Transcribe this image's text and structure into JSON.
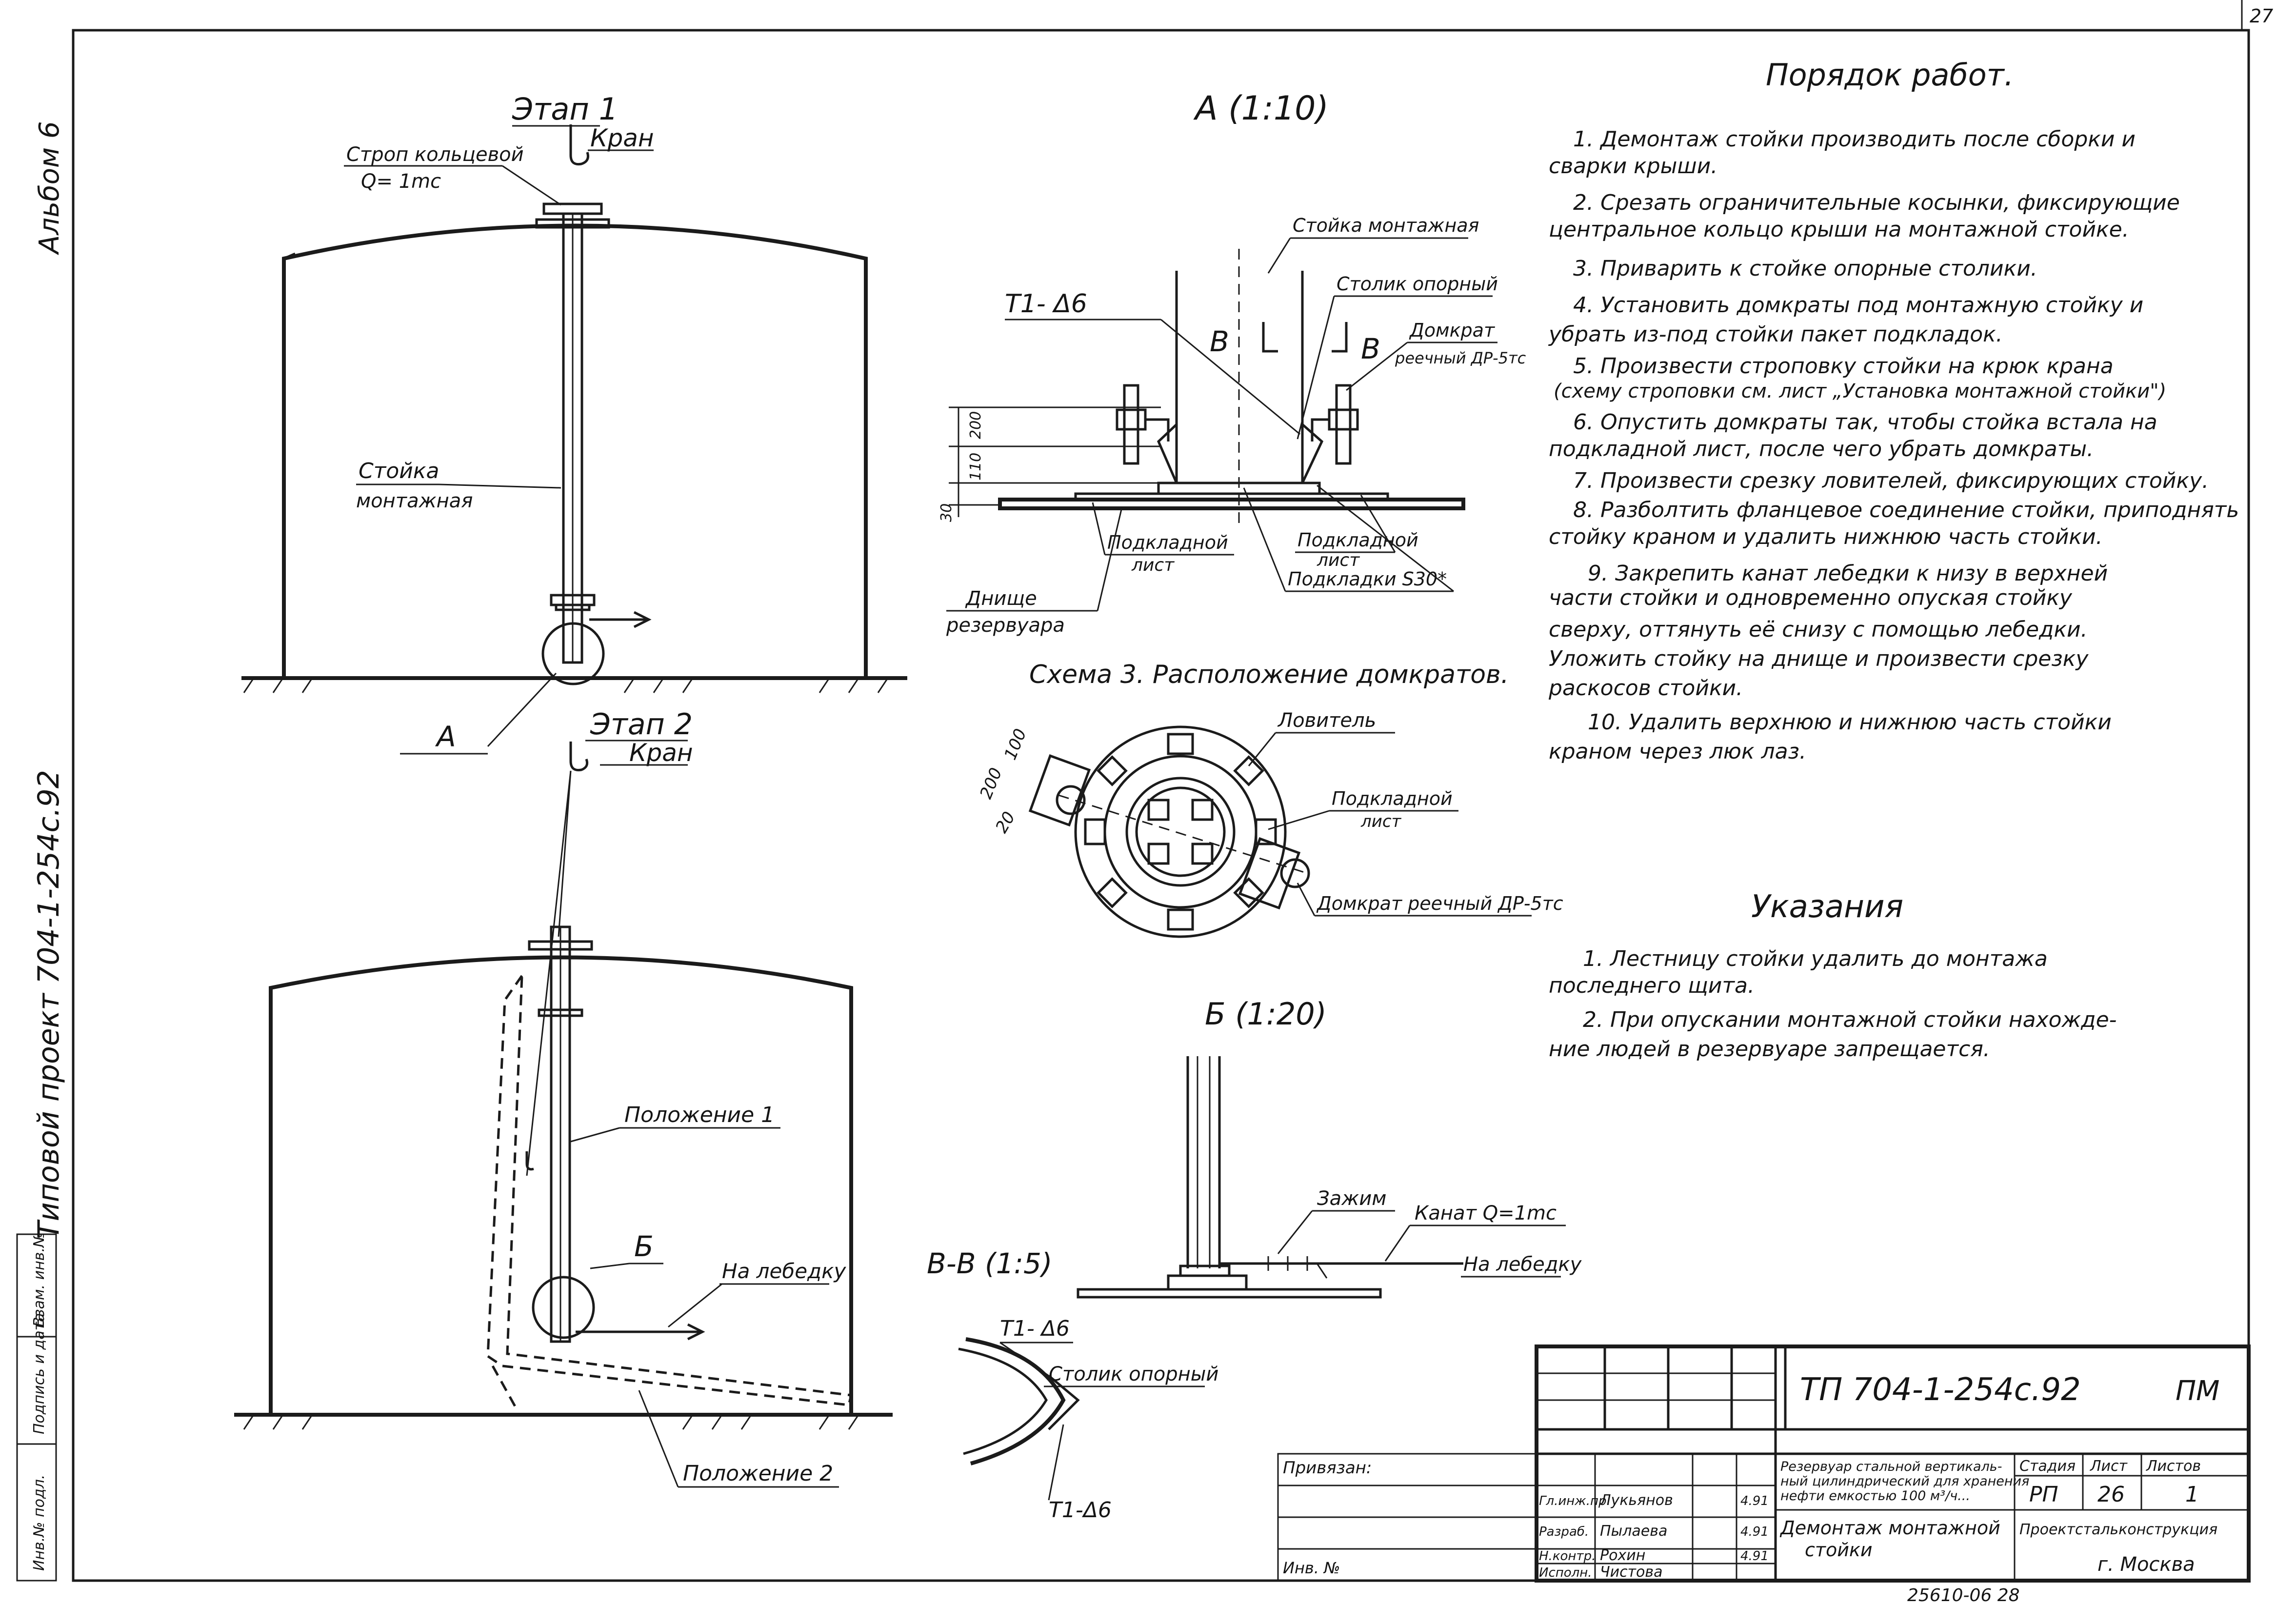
{
  "page_number": "27",
  "side": {
    "album": "Альбом 6",
    "project": "Типовой проект 704-1-254с.92",
    "stamp_cells": [
      "Инв.№ подл.",
      "Подпись и дата",
      "Взам. инв.№"
    ]
  },
  "stage1": {
    "title": "Этап 1",
    "crane": "Кран",
    "sling": "Строп кольцевой",
    "sling_load": "Q= 1mc",
    "post": "Стойка",
    "post_sub": "монтажная",
    "callout_a": "A"
  },
  "stage2": {
    "title": "Этап 2",
    "crane": "Кран",
    "position1": "Положение 1",
    "callout_b": "Б",
    "to_winch": "На лебедку",
    "position2": "Положение 2"
  },
  "detail_a": {
    "title": "A (1:10)",
    "post": "Стойка монтажная",
    "support": "Столик опорный",
    "weld": "T1- Δ6",
    "jack": "Домкрат",
    "jack_sub": "реечный ДР-5тс",
    "section_mark": "B",
    "dim_200": "200",
    "dim_110": "110",
    "dim_30": "30",
    "pad_sheet": "Подкладной",
    "pad_sheet_sub": "лист",
    "pads": "Подкладки S30*",
    "pad_sheet2": "Подкладной",
    "pad_sheet2_sub": "лист",
    "bottom": "Днище",
    "bottom_sub": "резервуара"
  },
  "scheme3": {
    "title": "Схема 3. Расположение домкратов.",
    "catcher": "Ловитель",
    "pad_sheet": "Подкладной",
    "pad_sheet_sub": "лист",
    "jack": "Домкрат реечный ДР-5тс",
    "dim_200": "200",
    "dim_100": "100",
    "dim_20": "20"
  },
  "detail_b": {
    "title": "Б (1:20)",
    "clip": "Зажим",
    "rope": "Канат Q=1mc",
    "to_winch": "На лебедку"
  },
  "section_vv": {
    "title": "В-В (1:5)",
    "weld_top": "T1- Δ6",
    "support": "Столик опорный",
    "weld_bottom": "T1-Δ6"
  },
  "procedure": {
    "title": "Порядок работ.",
    "lines": [
      "1. Демонтаж стойки производить после сборки и",
      "сварки крыши.",
      "2. Срезать ограничительные косынки, фиксирующие",
      "центральное кольцо крыши на монтажной стойке.",
      "3. Приварить к стойке опорные столики.",
      "4. Установить домкраты под монтажную стойку и",
      "убрать из-под стойки пакет подкладок.",
      "5. Произвести строповку стойки на крюк крана",
      "(схему строповки см. лист „Установка монтажной стойки\")",
      "6. Опустить домкраты так, чтобы стойка встала на",
      "подкладной лист, после чего убрать домкраты.",
      "7. Произвести срезку ловителей, фиксирующих стойку.",
      "8. Разболтить фланцевое соединение стойки, приподнять",
      "стойку краном и удалить нижнюю часть стойки.",
      "9. Закрепить канат лебедки к низу в верхней",
      "части стойки и одновременно опуская стойку",
      "сверху, оттянуть её снизу с помощью лебедки.",
      "Уложить стойку на днище и произвести срезку",
      "раскосов стойки.",
      "10. Удалить верхнюю и нижнюю часть стойки",
      "краном через люк лаз."
    ]
  },
  "notes": {
    "title": "Указания",
    "lines": [
      "1. Лестницу стойки удалить до монтажа",
      "последнего щита.",
      "2. При опускании монтажной стойки нахожде-",
      "ние людей в резервуаре запрещается."
    ]
  },
  "title_block": {
    "code": "ТП 704-1-254с.92",
    "mark": "ПМ",
    "applied": "Привязан:",
    "inv": "Инв. №",
    "object_line1": "Резервуар стальной вертикаль-",
    "object_line2": "ный цилиндрический для хранения",
    "object_line3": "нефти емкостью 100 м³/ч...",
    "sheet_title_line1": "Демонтаж монтажной",
    "sheet_title_line2": "стойки",
    "stage_h": "Стадия",
    "sheet_h": "Лист",
    "sheets_h": "Листов",
    "stage": "РП",
    "sheet": "26",
    "sheets": "1",
    "org": "Проектстальконструкция",
    "city": "г. Москва",
    "people": [
      {
        "role": "Гл.инж.пр.",
        "name": "Лукьянов",
        "date": "4.91"
      },
      {
        "role": "Разраб.",
        "name": "Пылаева",
        "date": "4.91"
      },
      {
        "role": "Н.контр.",
        "name": "Рохин",
        "date": "4.91"
      },
      {
        "role": "Исполн.",
        "name": "Чистова",
        "date": ""
      }
    ],
    "archive": "25610-06  28"
  }
}
